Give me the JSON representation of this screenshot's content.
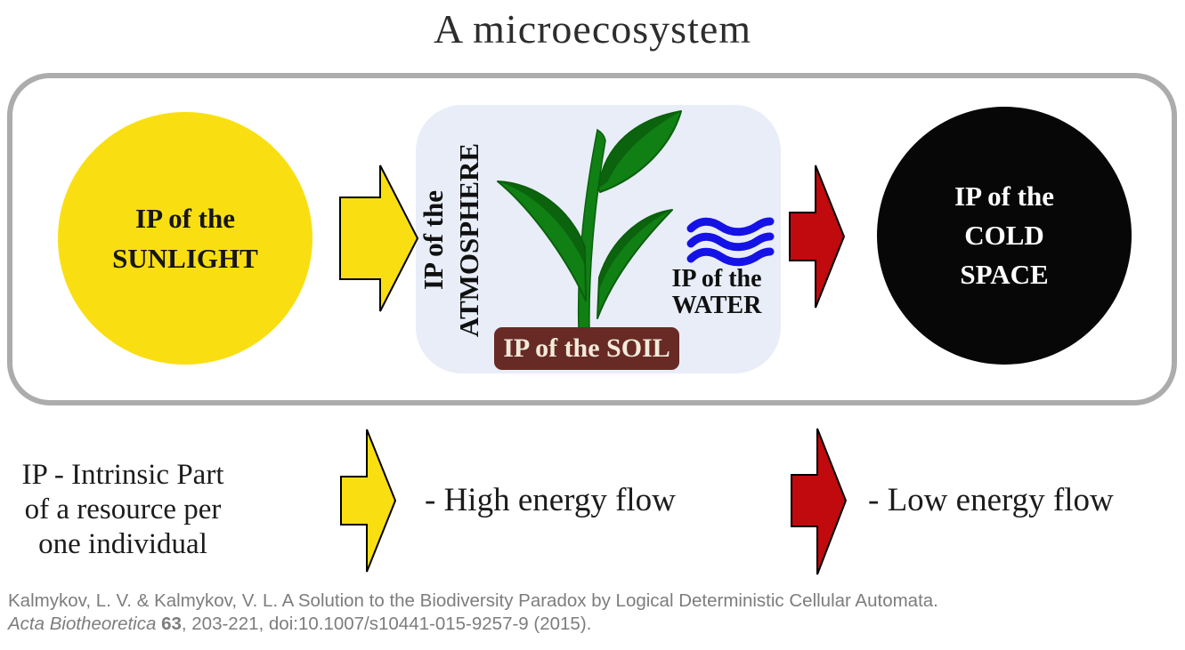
{
  "title": "A microecosystem",
  "colors": {
    "sun_yellow": "#F9DF12",
    "flow_red": "#C00A0D",
    "cold_black": "#070707",
    "panel_blue": "#E8EDF8",
    "soil_brown": "#682A24",
    "soil_text_cream": "#F2EADB",
    "wave_blue": "#1512E8",
    "plant_green": "#108014",
    "plant_green_dark": "#0A5F0C",
    "border_gray": "#ACACAC",
    "text_dark": "#1C1C1C",
    "citation_gray": "#7D7D7D"
  },
  "diagram": {
    "sunlight": {
      "line1": "IP of the",
      "line2": "SUNLIGHT"
    },
    "atmosphere": {
      "line1": "IP of the",
      "line2": "ATMOSPHERE"
    },
    "water": {
      "line1": "IP of the",
      "line2": "WATER"
    },
    "soil": {
      "label": "IP of the SOIL"
    },
    "cold_space": {
      "line1": "IP of the",
      "line2": "COLD",
      "line3": "SPACE"
    }
  },
  "legend": {
    "ip_definition": {
      "line1": "IP - Intrinsic Part",
      "line2": "of a resource per",
      "line3": "one individual"
    },
    "high_flow": "- High energy flow",
    "low_flow": "- Low energy flow"
  },
  "citation": {
    "line1": "Kalmykov, L. V. & Kalmykov, V. L. A Solution to the Biodiversity Paradox by Logical Deterministic Cellular Automata.",
    "line2_journal": "Acta Biotheoretica",
    "line2_volume": "63",
    "line2_rest": ", 203-221, doi:10.1007/s10441-015-9257-9 (2015)."
  }
}
